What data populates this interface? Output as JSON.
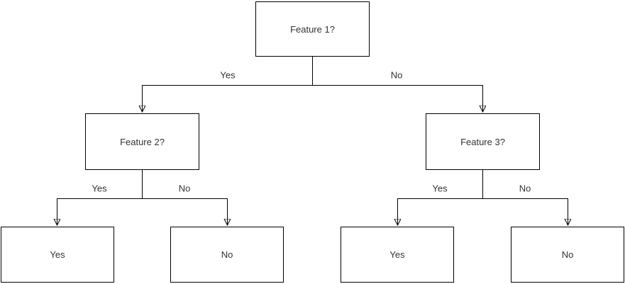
{
  "diagram": {
    "type": "decision-tree-flowchart",
    "nodes": [
      {
        "id": "feature-1",
        "label": "Feature 1?",
        "role": "decision"
      },
      {
        "id": "feature-2",
        "label": "Feature 2?",
        "role": "decision"
      },
      {
        "id": "feature-3",
        "label": "Feature 3?",
        "role": "decision"
      },
      {
        "id": "leaf-left-yes",
        "label": "Yes",
        "role": "leaf"
      },
      {
        "id": "leaf-left-no",
        "label": "No",
        "role": "leaf"
      },
      {
        "id": "leaf-right-yes",
        "label": "Yes",
        "role": "leaf"
      },
      {
        "id": "leaf-right-no",
        "label": "No",
        "role": "leaf"
      }
    ],
    "edges": [
      {
        "from": "feature-1",
        "to": "feature-2",
        "label": "Yes"
      },
      {
        "from": "feature-1",
        "to": "feature-3",
        "label": "No"
      },
      {
        "from": "feature-2",
        "to": "leaf-left-yes",
        "label": "Yes"
      },
      {
        "from": "feature-2",
        "to": "leaf-left-no",
        "label": "No"
      },
      {
        "from": "feature-3",
        "to": "leaf-right-yes",
        "label": "Yes"
      },
      {
        "from": "feature-3",
        "to": "leaf-right-no",
        "label": "No"
      }
    ],
    "colors": {
      "background": "#ffffff",
      "node_fill": "#ffffff",
      "node_border": "#000000",
      "connector": "#000000",
      "text": "#333333"
    }
  }
}
